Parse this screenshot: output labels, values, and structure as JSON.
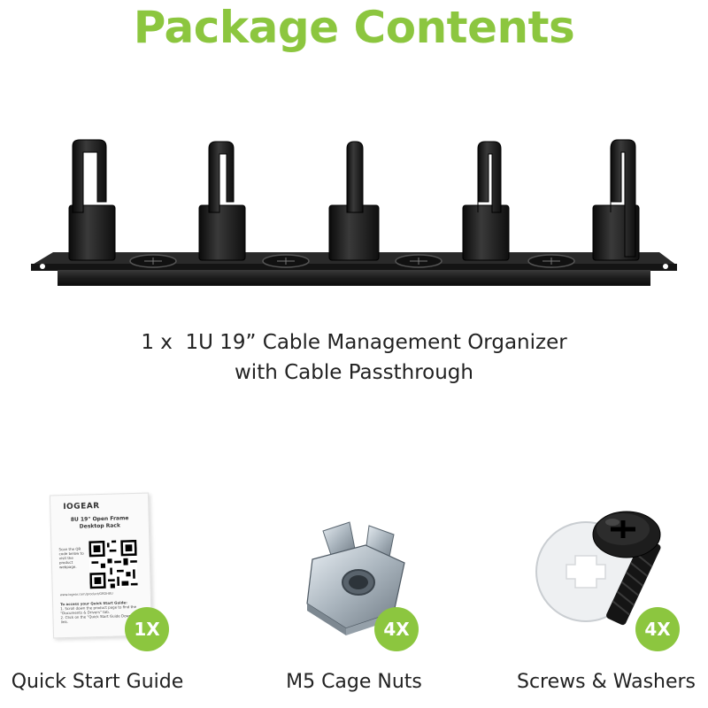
{
  "header": {
    "title": "Package Contents"
  },
  "main_item": {
    "line1": "1 x  1U 19” Cable Management Organizer",
    "line2": "with Cable Passthrough"
  },
  "items": [
    {
      "label": "Quick Start Guide",
      "qty": "1X",
      "icon": "quick-start-guide-icon"
    },
    {
      "label": "M5 Cage Nuts",
      "qty": "4X",
      "icon": "cage-nut-icon"
    },
    {
      "label": "Screws & Washers",
      "qty": "4X",
      "icon": "screw-washer-icon"
    }
  ],
  "guide": {
    "brand": "IOGEAR",
    "title_line1": "8U 19\" Open Frame",
    "title_line2": "Desktop Rack",
    "qr_text": "Scan the QR code below to visit the product webpage.",
    "url": "www.iogear.com/product/GRDH8U",
    "steps_heading": "To access your Quick Start Guide:",
    "step1": "1. Scroll down the product page to find the \"Documents & Drivers\" tab.",
    "step2": "2. Click on the \"Quick Start Guide Download\" link."
  },
  "colors": {
    "accent": "#8cc63f",
    "text": "#222222",
    "rack_black": "#1a1a1a"
  }
}
